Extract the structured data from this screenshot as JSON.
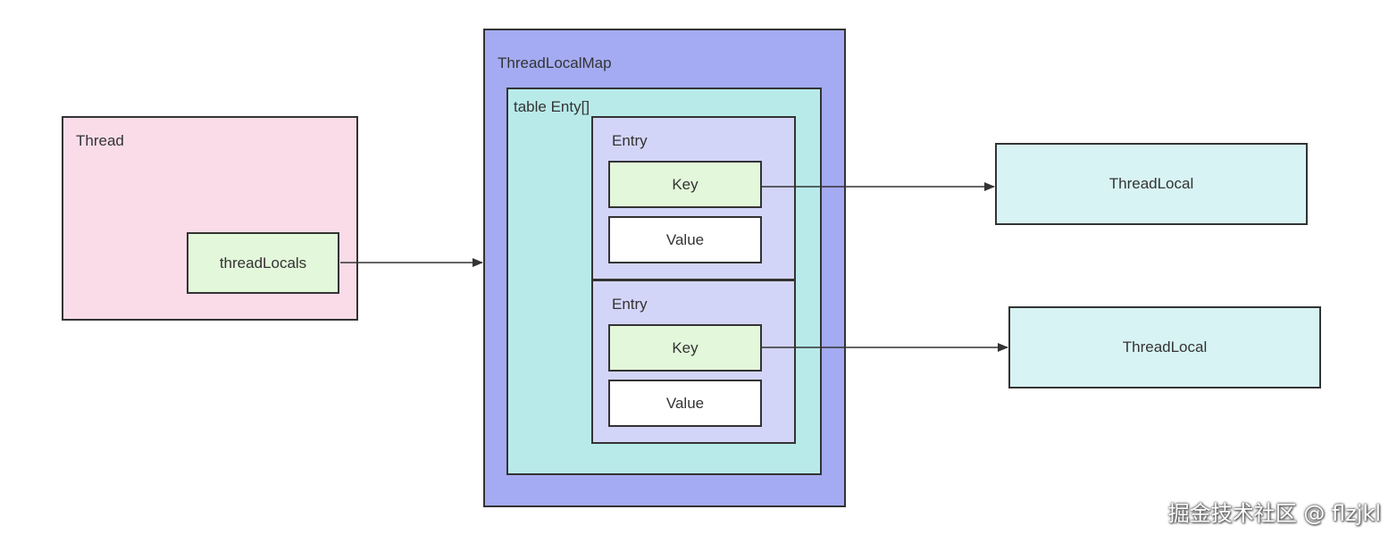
{
  "thread": {
    "title": "Thread",
    "field_label": "threadLocals"
  },
  "thread_local_map": {
    "title": "ThreadLocalMap",
    "table": {
      "title": "table Enty[]",
      "entries": [
        {
          "title": "Entry",
          "key_label": "Key",
          "value_label": "Value"
        },
        {
          "title": "Entry",
          "key_label": "Key",
          "value_label": "Value"
        }
      ]
    }
  },
  "thread_locals": [
    {
      "label": "ThreadLocal"
    },
    {
      "label": "ThreadLocal"
    }
  ],
  "colors": {
    "thread_bg": "#fadce9",
    "field_bg": "#e3f7da",
    "map_bg": "#a4abf2",
    "table_bg": "#b9eaea",
    "entry_bg": "#d3d5f8",
    "value_bg": "#ffffff",
    "thread_local_bg": "#d8f3f3",
    "stroke": "#333333"
  },
  "watermark": "掘金技术社区 @ flzjkl"
}
